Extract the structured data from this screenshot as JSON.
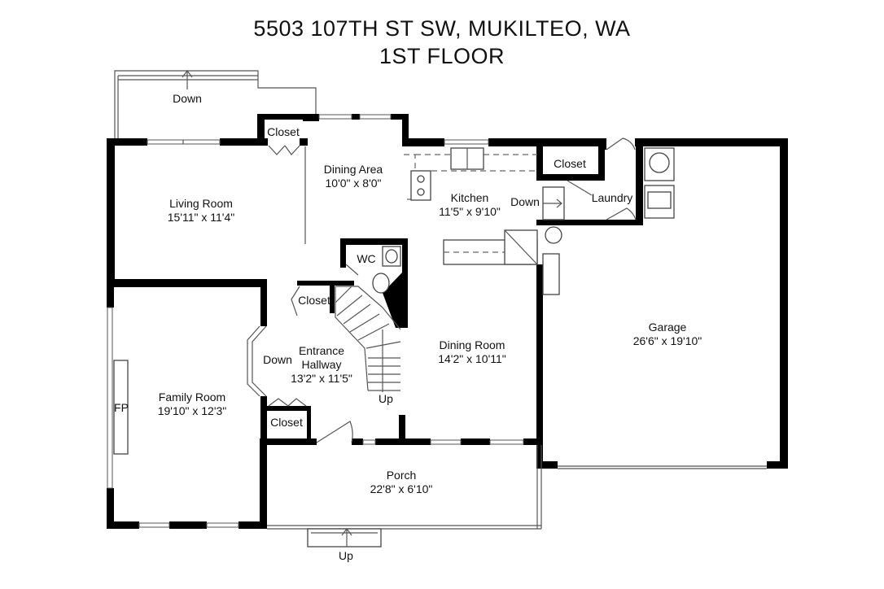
{
  "title": {
    "line1": "5503 107TH ST SW, MUKILTEO, WA",
    "line2": "1ST FLOOR"
  },
  "rooms": {
    "living_room": {
      "name": "Living Room",
      "dims": "15'11\" x 11'4\""
    },
    "dining_area": {
      "name": "Dining Area",
      "dims": "10'0\" x 8'0\""
    },
    "kitchen": {
      "name": "Kitchen",
      "dims": "11'5\" x 9'10\""
    },
    "laundry": {
      "name": "Laundry"
    },
    "garage": {
      "name": "Garage",
      "dims": "26'6\" x 19'10\""
    },
    "family_room": {
      "name": "Family Room",
      "dims": "19'10\" x 12'3\""
    },
    "entrance_hallway": {
      "name_line1": "Entrance",
      "name_line2": "Hallway",
      "dims": "13'2\" x 11'5\""
    },
    "dining_room": {
      "name": "Dining Room",
      "dims": "14'2\" x 10'11\""
    },
    "porch": {
      "name": "Porch",
      "dims": "22'8\" x 6'10\""
    },
    "wc": {
      "name": "WC"
    }
  },
  "labels": {
    "closet_top": "Closet",
    "closet_kitchen": "Closet",
    "closet_hall": "Closet",
    "closet_bottom": "Closet",
    "down_deck": "Down",
    "down_kitchen": "Down",
    "down_hall": "Down",
    "up_stairs": "Up",
    "up_porch": "Up",
    "fireplace": "FP"
  }
}
